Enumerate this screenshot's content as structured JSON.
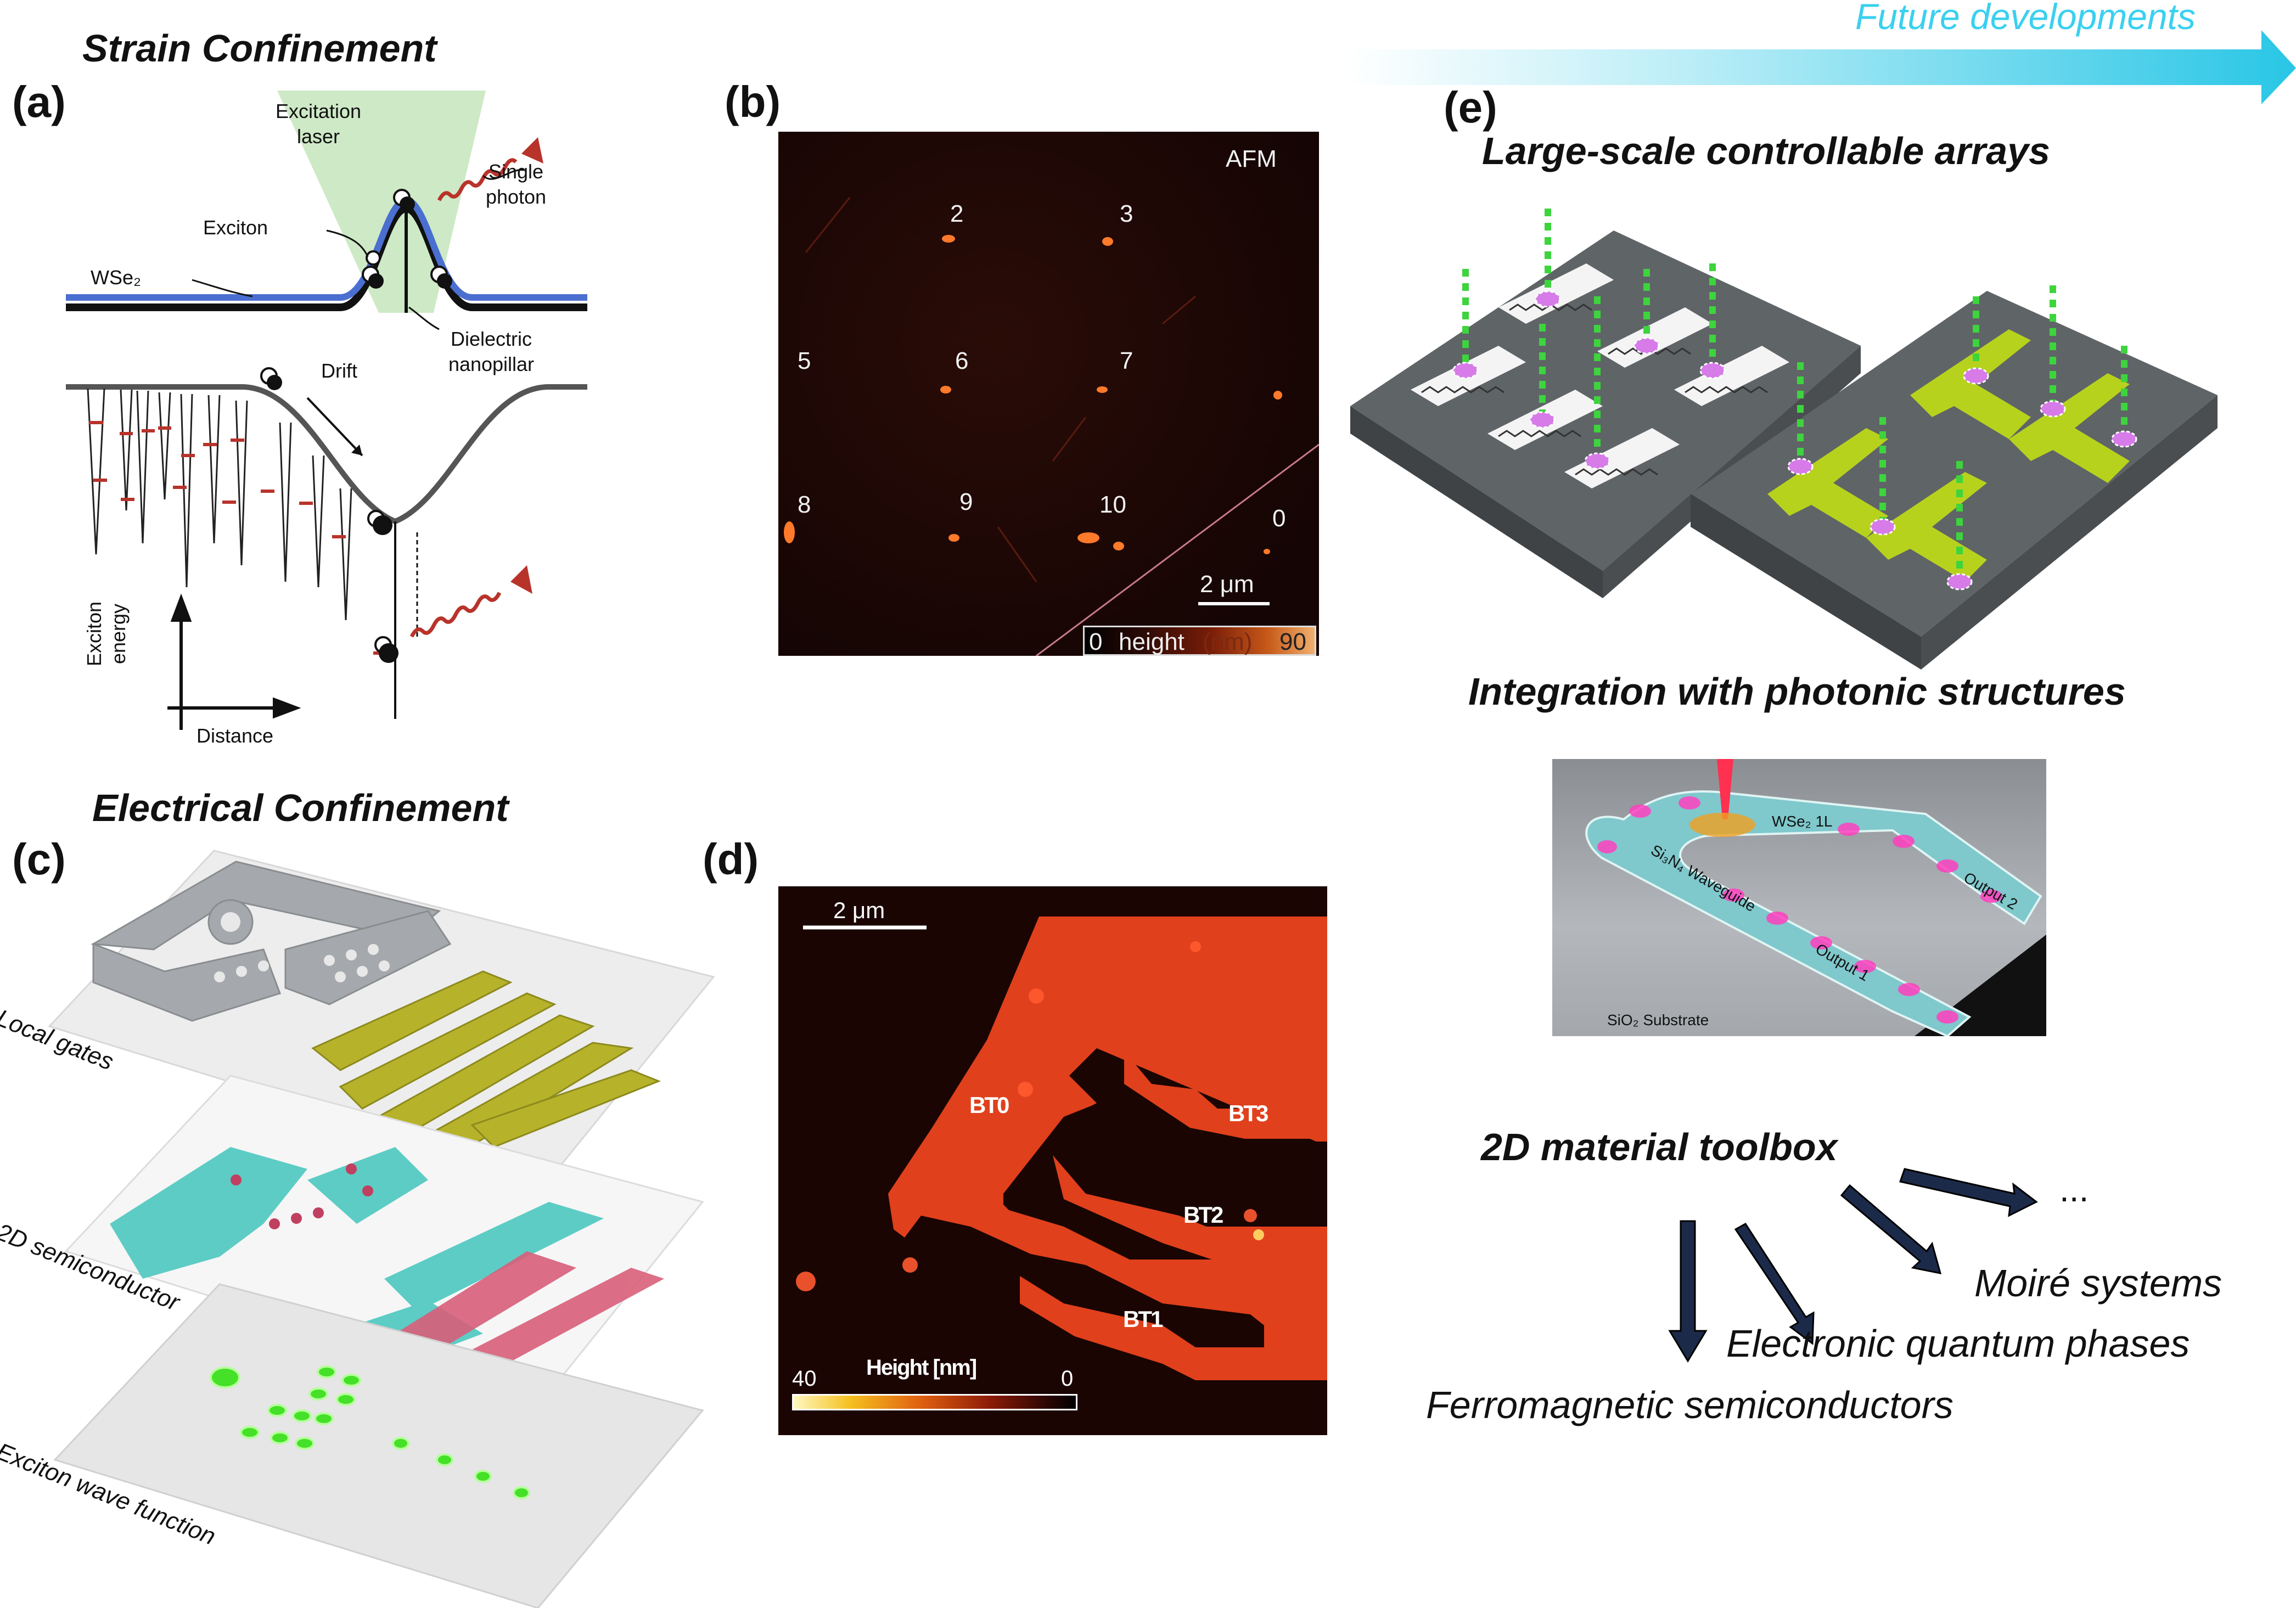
{
  "figure": {
    "future_developments": "Future developments",
    "panel_a": {
      "label": "(a)",
      "title": "Strain Confinement",
      "labels": {
        "excitation_laser": "Excitation laser",
        "single_photon": "Single photon",
        "exciton": "Exciton",
        "material": "WSe₂",
        "dielectric": "Dielectric nanopillar",
        "drift": "Drift",
        "y_axis": "Exciton energy",
        "x_axis": "Distance"
      }
    },
    "panel_b": {
      "label": "(b)",
      "tag": "AFM",
      "site_numbers": [
        "2",
        "3",
        "5",
        "6",
        "7",
        "8",
        "9",
        "10",
        "0"
      ],
      "scalebar": "2 μm",
      "colorbar": {
        "min": "0",
        "mid_a": "height",
        "mid_b": "(nm)",
        "max": "90"
      }
    },
    "panel_c": {
      "label": "(c)",
      "title": "Electrical Confinement",
      "layers": [
        "Local gates",
        "2D semiconductor",
        "Exciton wave function"
      ]
    },
    "panel_d": {
      "label": "(d)",
      "scalebar": "2 μm",
      "gate_labels": [
        "BT0",
        "BT3",
        "BT2",
        "BT1"
      ],
      "colorbar": {
        "title": "Height  [nm]",
        "min": "40",
        "max": "0"
      }
    },
    "panel_e": {
      "label": "(e)",
      "subtitle_1": "Large-scale controllable arrays",
      "subtitle_2": "Integration with photonic structures",
      "photonic_labels": {
        "wse2": "WSe₂ 1L",
        "waveguide": "Si₃N₄ Waveguide",
        "output1": "Output 1",
        "output2": "Output 2",
        "substrate": "SiO₂ Substrate"
      },
      "toolbox": {
        "title": "2D material toolbox",
        "items": [
          "...",
          "Moiré systems",
          "Electronic quantum phases",
          "Ferromagnetic semiconductors"
        ]
      }
    }
  },
  "colors": {
    "arrow_gradient_end": "#29c6e6",
    "gate_green": "#b6d21d",
    "afm_dark": "#1b0906",
    "afm_red": "#e0401c",
    "lattice_teal": "#4cc8c0",
    "lattice_pink": "#d95f7a",
    "toolbox_arrow": "#1c2a4a"
  }
}
